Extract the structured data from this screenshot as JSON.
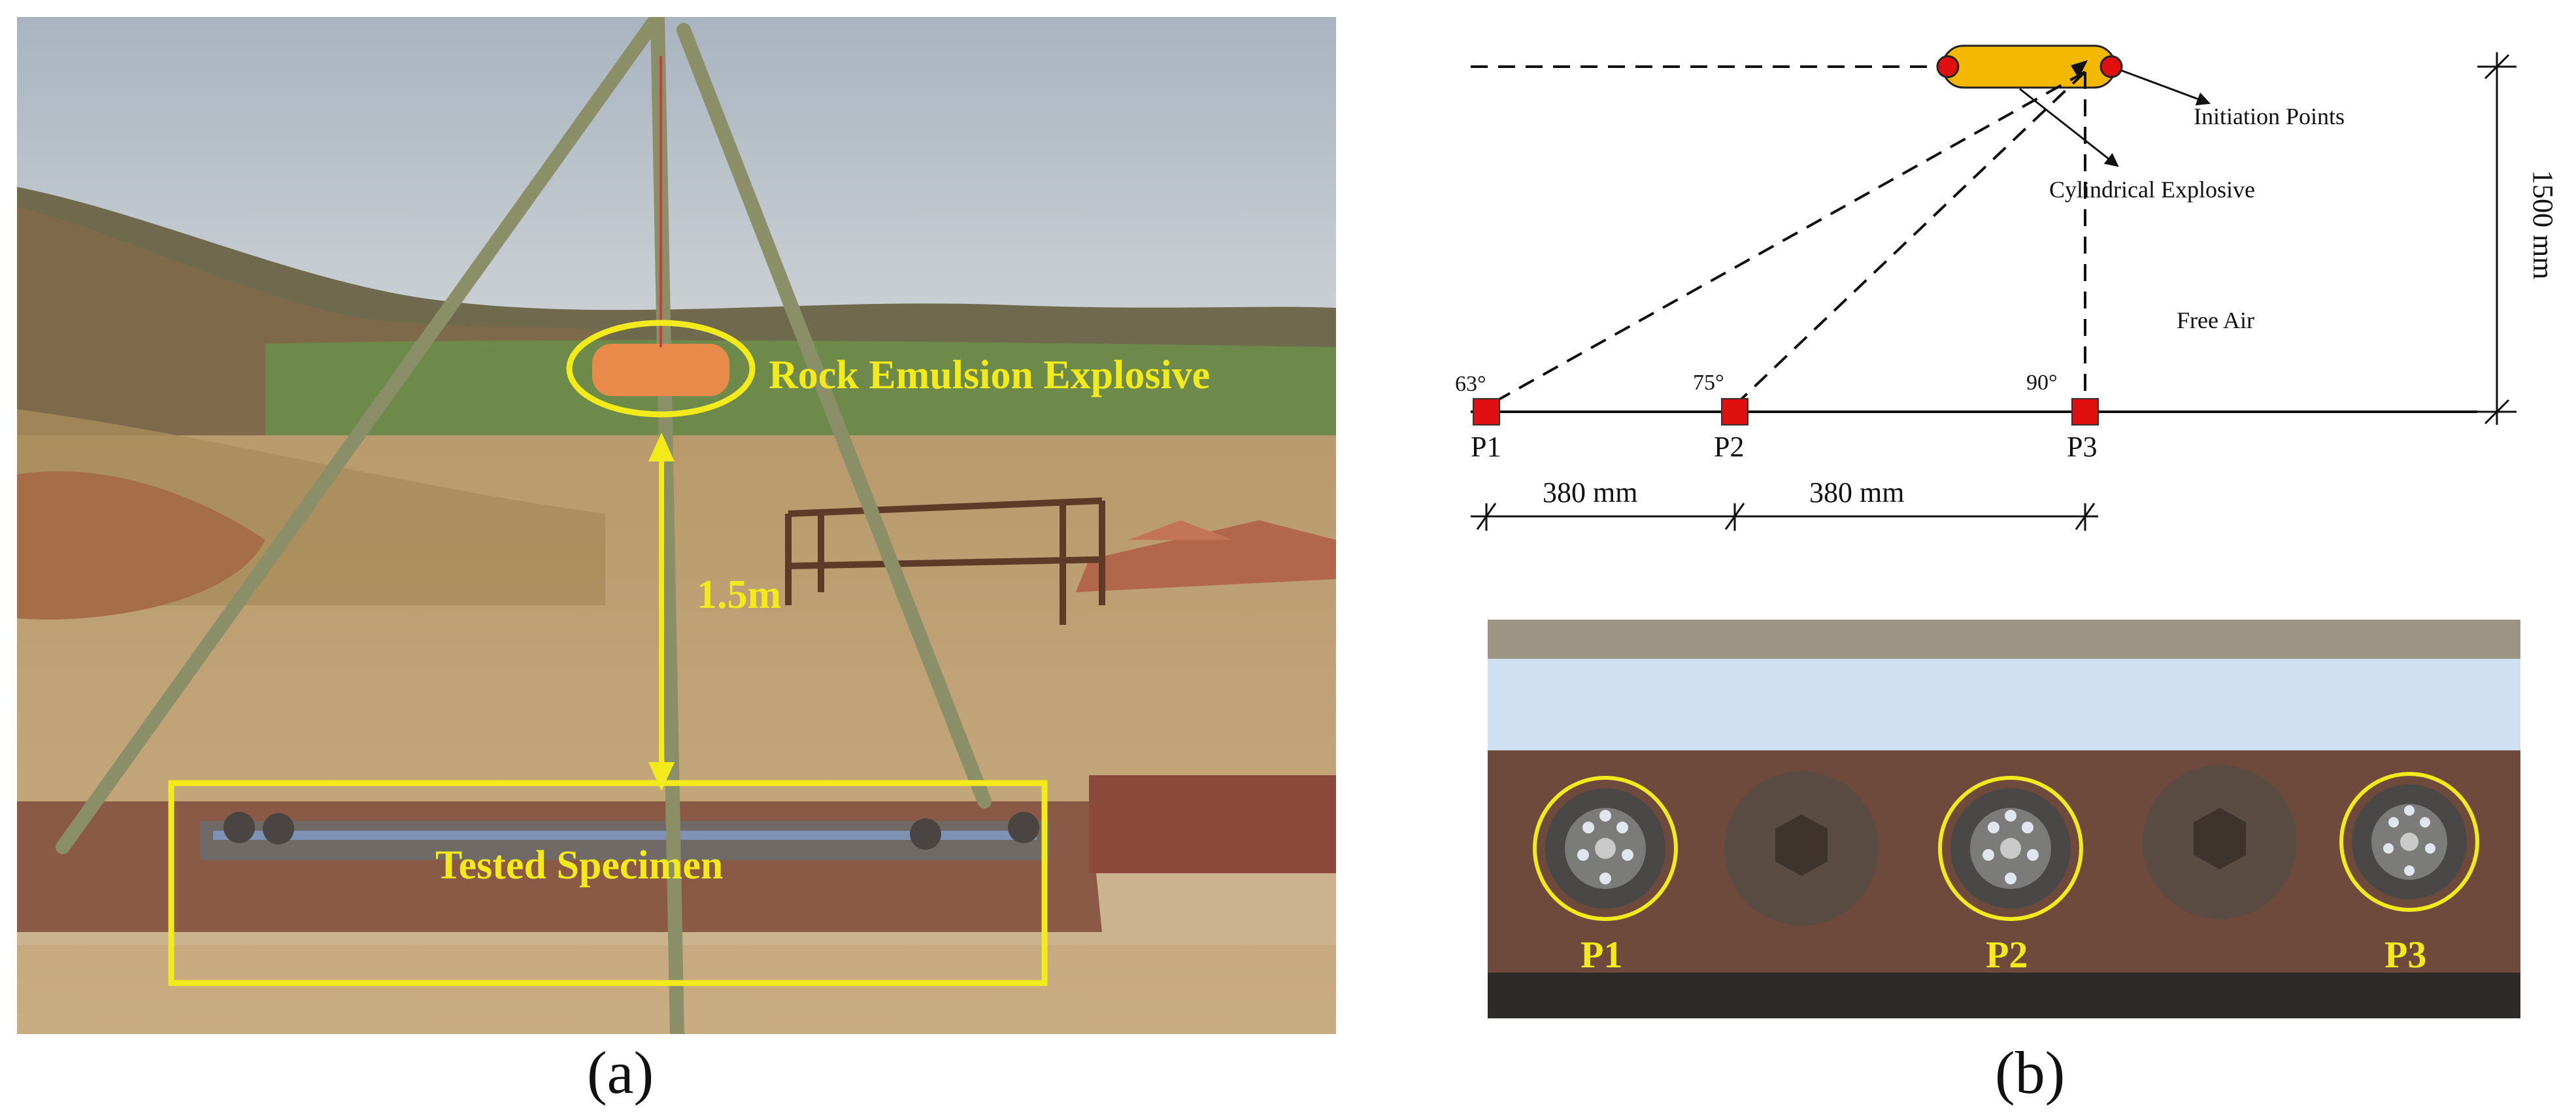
{
  "panel_a": {
    "explosive_label": "Rock Emulsion Explosive",
    "distance_label": "1.5m",
    "specimen_label": "Tested Specimen",
    "caption": "(a)"
  },
  "panel_b": {
    "schematic": {
      "initiation_label": "Initiation Points",
      "explosive_label": "Cylindrical Explosive",
      "height_label": "1500 mm",
      "medium_label": "Free Air",
      "angles": [
        "63°",
        "75°",
        "90°"
      ],
      "points": [
        "P1",
        "P2",
        "P3"
      ],
      "spacing": [
        "380 mm",
        "380 mm"
      ]
    },
    "photo_labels": [
      "P1",
      "P2",
      "P3"
    ],
    "caption": "(b)"
  },
  "colors": {
    "annotation_yellow": "#f2ea1a",
    "explosive_fill": "#f5b800",
    "gauge_red": "#e01010",
    "sky": "#b9c2cc",
    "steel": "#6e4a3c"
  }
}
